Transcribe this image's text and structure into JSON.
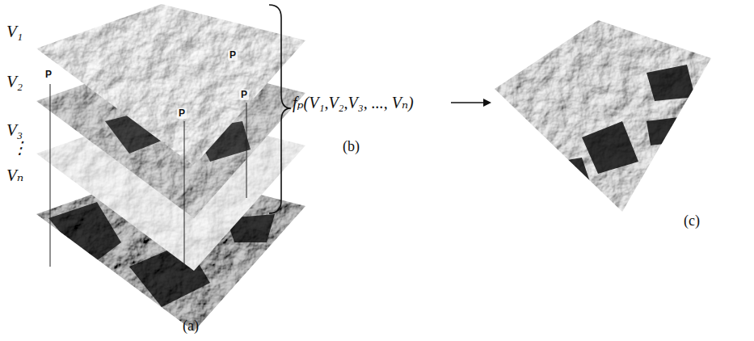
{
  "diagram": {
    "labels": [
      "V₁",
      "P",
      "P",
      "V₂",
      "P",
      "P",
      "V₃",
      "⋮",
      "Vₙ",
      "fₚ(V₁,V₂,V₃, ..., Vₙ)",
      "(b)",
      "(c)",
      "(a)"
    ]
  }
}
